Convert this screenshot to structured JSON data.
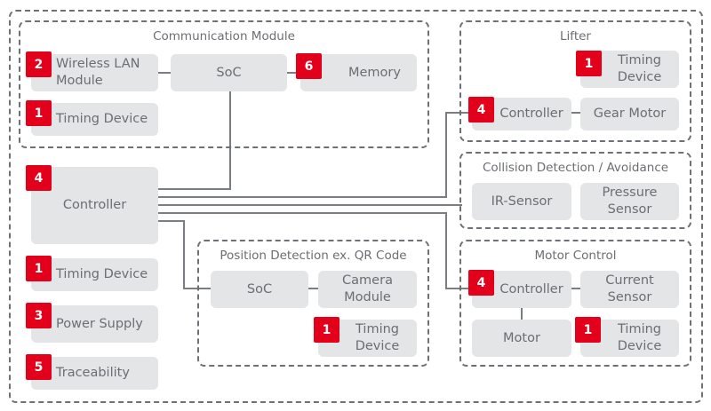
{
  "groups": {
    "outer": {},
    "communication": {
      "title": "Communication Module",
      "wireless": {
        "badge": "2",
        "label_line1": "Wireless LAN",
        "label_line2": "Module"
      },
      "soc": {
        "label": "SoC"
      },
      "memory": {
        "badge": "6",
        "label": "Memory"
      },
      "timing": {
        "badge": "1",
        "label": "Timing Device"
      }
    },
    "lifter": {
      "title": "Lifter",
      "timing": {
        "badge": "1",
        "label_line1": "Timing",
        "label_line2": "Device"
      },
      "controller": {
        "badge": "4",
        "label": "Controller"
      },
      "gear_motor": {
        "label": "Gear Motor"
      }
    },
    "collision": {
      "title": "Collision Detection / Avoidance",
      "ir_sensor": {
        "label": "IR-Sensor"
      },
      "pressure_sensor": {
        "label_line1": "Pressure",
        "label_line2": "Sensor"
      }
    },
    "position": {
      "title": "Position Detection ex. QR Code",
      "soc": {
        "label": "SoC"
      },
      "camera": {
        "label_line1": "Camera",
        "label_line2": "Module"
      },
      "timing": {
        "badge": "1",
        "label_line1": "Timing",
        "label_line2": "Device"
      }
    },
    "motor_control": {
      "title": "Motor Control",
      "controller": {
        "badge": "4",
        "label": "Controller"
      },
      "current_sensor": {
        "label_line1": "Current",
        "label_line2": "Sensor"
      },
      "motor": {
        "label": "Motor"
      },
      "timing": {
        "badge": "1",
        "label_line1": "Timing",
        "label_line2": "Device"
      }
    }
  },
  "main": {
    "controller": {
      "badge": "4",
      "label": "Controller"
    },
    "timing": {
      "badge": "1",
      "label": "Timing Device"
    },
    "power": {
      "badge": "3",
      "label": "Power Supply"
    },
    "traceability": {
      "badge": "5",
      "label": "Traceability"
    }
  },
  "colors": {
    "badge": "#e3001b",
    "box": "#e4e5e7",
    "line": "#7a7d81",
    "text": "#6b6e72"
  }
}
